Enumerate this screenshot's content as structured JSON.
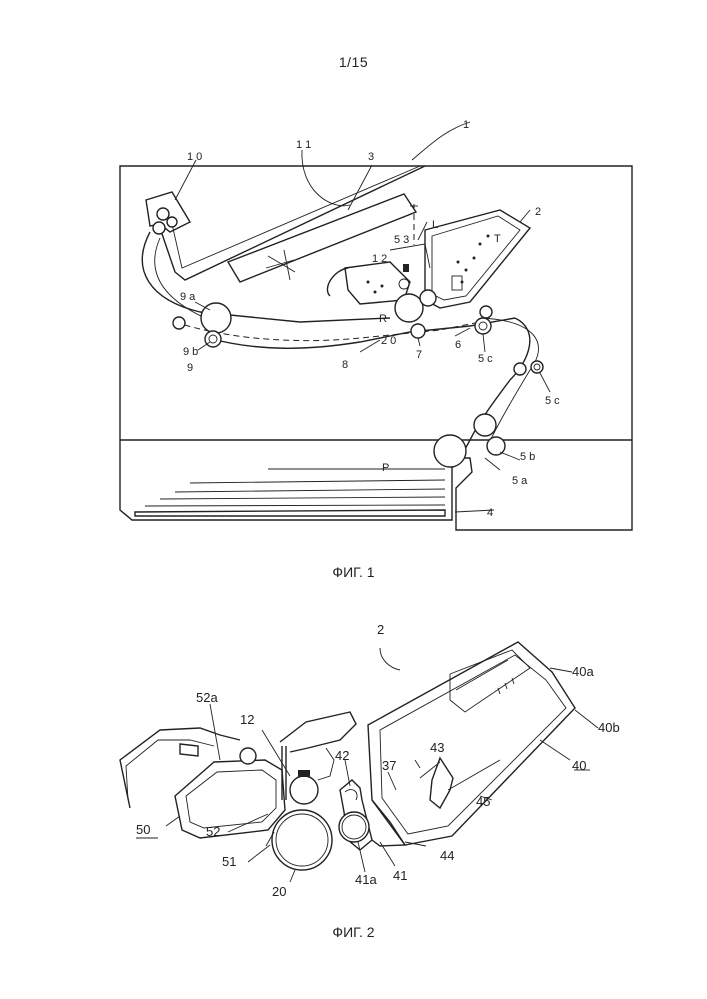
{
  "page_number": "1/15",
  "figures": [
    {
      "caption": "ФИГ. 1",
      "labels": {
        "l1": "1",
        "l2": "2",
        "l3": "3",
        "l4": "4",
        "l5a": "5 a",
        "l5b": "5 b",
        "l5c1": "5 c",
        "l5c2": "5 c",
        "l6": "6",
        "l7": "7",
        "l8": "8",
        "l9": "9",
        "l9a": "9 a",
        "l9b": "9 b",
        "l10": "1 0",
        "l11": "1 1",
        "l12": "1 2",
        "l20": "2 0",
        "l53": "5 3",
        "lL": "L",
        "lR": "R",
        "lT": "T",
        "lP": "P"
      }
    },
    {
      "caption": "ФИГ. 2",
      "labels": {
        "l2": "2",
        "l12": "12",
        "l20": "20",
        "l37": "37",
        "l40": "40",
        "l40a": "40a",
        "l40b": "40b",
        "l41": "41",
        "l41a": "41a",
        "l42": "42",
        "l43": "43",
        "l44": "44",
        "l45": "45",
        "l50": "50",
        "l51": "51",
        "l52": "52",
        "l52a": "52a"
      }
    }
  ]
}
